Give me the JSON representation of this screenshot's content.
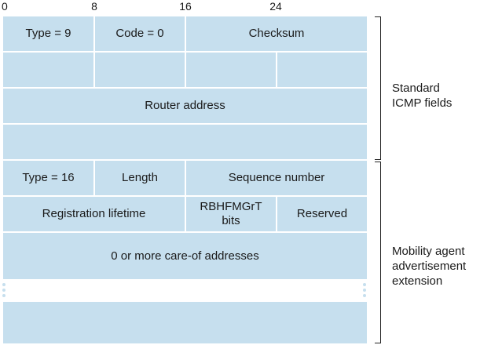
{
  "bit_scale": [
    "0",
    "8",
    "16",
    "24"
  ],
  "standard": {
    "type": "Type = 9",
    "code": "Code = 0",
    "checksum": "Checksum",
    "router_address": "Router address"
  },
  "extension": {
    "type": "Type = 16",
    "length": "Length",
    "sequence": "Sequence number",
    "lifetime": "Registration lifetime",
    "bits_line1": "RBHFMGrT",
    "bits_line2": "bits",
    "reserved": "Reserved",
    "care_of": "0 or more care-of addresses"
  },
  "brackets": {
    "standard_line1": "Standard",
    "standard_line2": "ICMP fields",
    "mobility_line1": "Mobility agent",
    "mobility_line2": "advertisement",
    "mobility_line3": "extension"
  }
}
